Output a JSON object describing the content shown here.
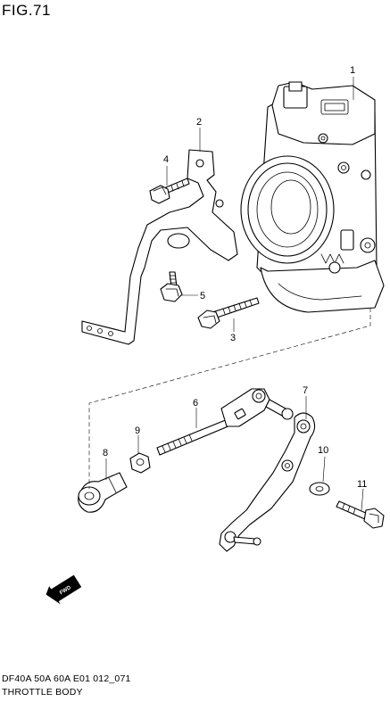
{
  "figure": {
    "title": "FIG.71",
    "caption_line1": "DF40A 50A 60A E01 012_071",
    "caption_line2": "THROTTLE BODY"
  },
  "callouts": [
    "1",
    "2",
    "3",
    "4",
    "5",
    "6",
    "7",
    "8",
    "9",
    "10",
    "11"
  ],
  "forward_badge": "FWD"
}
